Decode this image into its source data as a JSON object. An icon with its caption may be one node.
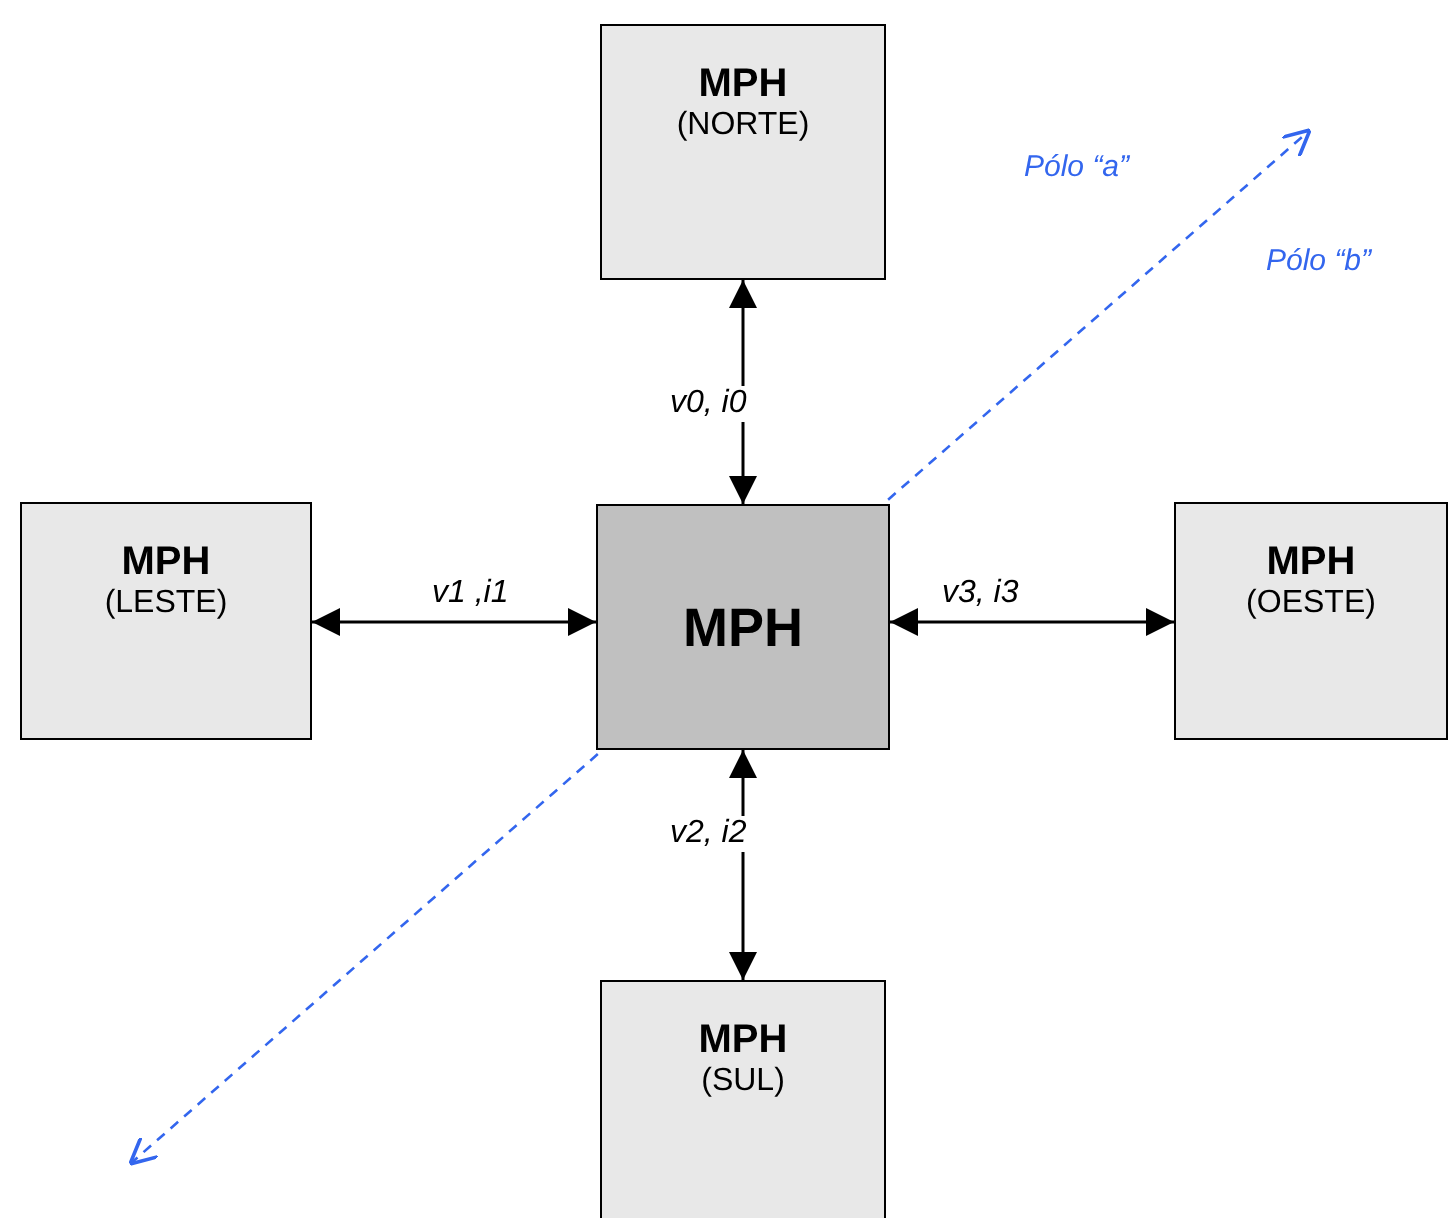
{
  "diagram": {
    "nodes": [
      {
        "text": [
          "MPH",
          "(NORTE)"
        ]
      },
      {
        "text": [
          "MPH",
          "(LESTE)"
        ]
      },
      {
        "text": [
          "MPH"
        ]
      },
      {
        "text": [
          "MPH",
          "(OESTE)"
        ]
      },
      {
        "text": [
          "MPH",
          "(SUL)"
        ]
      }
    ],
    "edges": [
      {
        "from": 0,
        "to": 2,
        "arrow": "both",
        "label": "v0, i0"
      },
      {
        "from": 1,
        "to": 2,
        "arrow": "both",
        "label": "v1 ,i1"
      },
      {
        "from": 2,
        "to": 3,
        "arrow": "both",
        "label": "v3, i3"
      },
      {
        "from": 2,
        "to": 4,
        "arrow": "both",
        "label": "v2, i2"
      }
    ],
    "labels": [
      "Pólo “a”",
      "Pólo “b”"
    ]
  }
}
